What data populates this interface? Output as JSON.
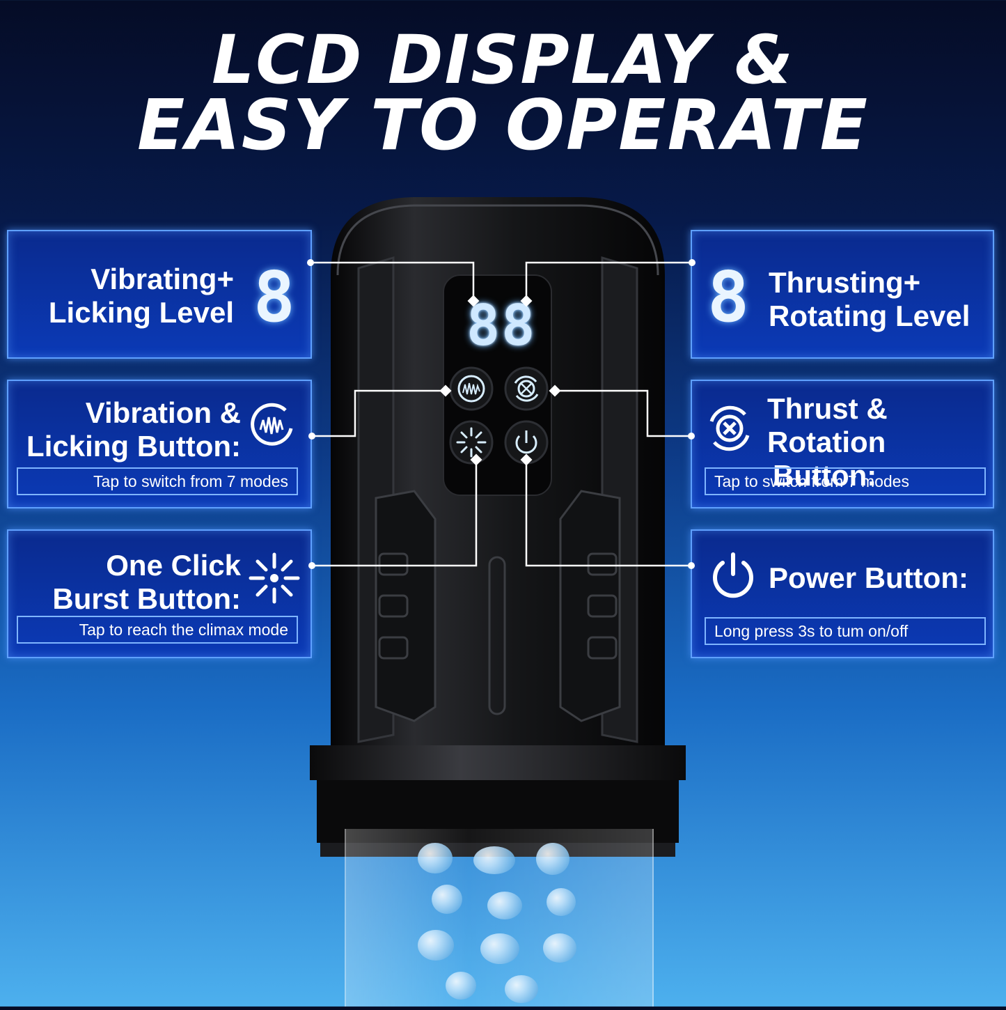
{
  "title": {
    "line1": "LCD DISPLAY &",
    "line2": "EASY TO OPERATE"
  },
  "display": {
    "readout": "88"
  },
  "panels": {
    "vibrating_level": {
      "line1": "Vibrating+",
      "line2": "Licking Level",
      "digit": "8"
    },
    "thrusting_level": {
      "line1": "Thrusting+",
      "line2": "Rotating Level",
      "digit": "8"
    },
    "vibration_button": {
      "line1": "Vibration &",
      "line2": "Licking Button:",
      "hint": "Tap to switch from 7 modes",
      "icon": "vibration-icon"
    },
    "thrust_button": {
      "line1": "Thrust & Rotation",
      "line2": "Button:",
      "hint": "Tap to switch from 7 modes",
      "icon": "thrust-rotation-icon"
    },
    "burst_button": {
      "line1": "One Click",
      "line2": "Burst Button:",
      "hint": "Tap to reach the climax mode",
      "icon": "burst-icon"
    },
    "power_button": {
      "line1": "Power Button:",
      "hint": "Long press 3s to tum on/off",
      "icon": "power-icon"
    }
  },
  "colors": {
    "panel_fill": "#0b3ab6",
    "panel_border": "#5fa0ff",
    "glow": "#9fd0ff",
    "device_body": "#0e0e10"
  }
}
